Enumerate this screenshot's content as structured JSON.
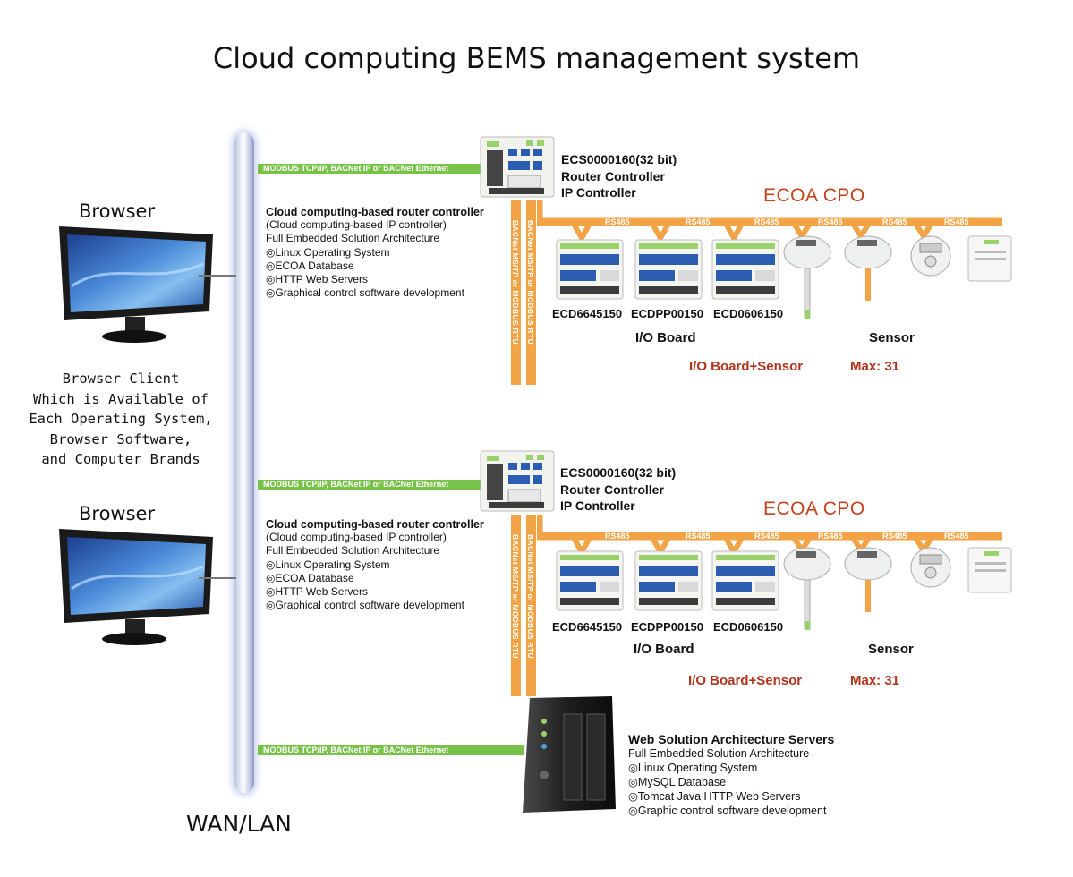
{
  "title": "Cloud computing BEMS management system",
  "network": {
    "label": "WAN/LAN"
  },
  "browsers": [
    {
      "label": "Browser"
    },
    {
      "label": "Browser"
    }
  ],
  "client_text": "Browser Client\nWhich is Available of\nEach Operating System,\nBrowser Software,\nand Computer Brands",
  "protocol_label": "MODBUS TCP/IP, BACNet IP or BACNet Ethernet",
  "controller": {
    "heading": "Cloud computing-based router controller",
    "lines": [
      "(Cloud computing-based IP controller)",
      "Full Embedded Solution Architecture",
      "◎Linux Operating System",
      "◎ECOA Database",
      "◎HTTP Web Servers",
      "◎Graphical control software development"
    ],
    "model": [
      "ECS0000160(32 bit)",
      "Router Controller",
      "IP Controller"
    ],
    "bus_labels": [
      "BACNet MS/TP or MODBUS RTU",
      "BACNet MS/TP or MODBUS RTU"
    ]
  },
  "cpo": {
    "label": "ECOA CPO",
    "rs_label": "RS485",
    "boards": [
      "ECD6645150",
      "ECDPP00150",
      "ECD0606150"
    ],
    "io_board_label": "I/O Board",
    "sensor_label": "Sensor",
    "summary": "I/O Board+Sensor",
    "max": "Max: 31"
  },
  "server": {
    "heading": "Web Solution Architecture Servers",
    "lines": [
      "Full Embedded Solution Architecture",
      "◎Linux Operating System",
      "◎MySQL Database",
      "◎Tomcat Java HTTP Web Servers",
      "◎Graphic control software development"
    ]
  },
  "colors": {
    "bus": "#f2a346",
    "protocol_bar": "#79c24a",
    "ecoa": "#c5421c",
    "max": "#b0341c"
  }
}
